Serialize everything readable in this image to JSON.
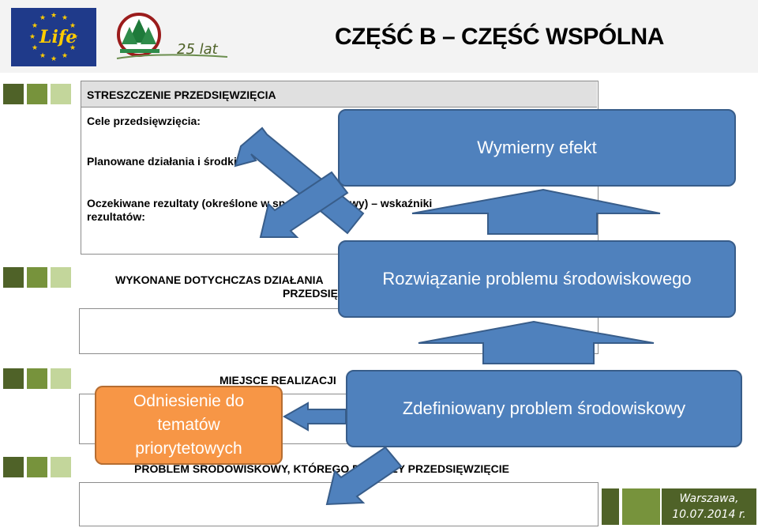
{
  "header": {
    "title_part1": "CZĘŚĆ B",
    "title_dash": " – ",
    "title_part2": "CZĘŚĆ WSPÓLNA",
    "logo_life_text": "Life",
    "logo_anniv_text": "25 lat"
  },
  "form": {
    "section1_title": "STRESZCZENIE PRZEDSIĘWZIĘCIA",
    "label_goals": "Cele przedsięwzięcia:",
    "label_actions": "Planowane działania i środki:",
    "label_results_line1": "Oczekiwane  rezultaty  (określone  w  sposób  ilościowy)  –  wskaźniki",
    "label_results_line2": "rezultatów:",
    "section2_title_line1": "WYKONANE DOTYCHCZAS DZIAŁANIA",
    "section2_title_line2": "PRZEDSIĘWZIĘCIA",
    "section3_title": "MIEJSCE REALIZACJI",
    "section4_title": "PROBLEM ŚRODOWISKOWY, KTÓREGO DOTYCZY PRZEDSIĘWZIĘCIE"
  },
  "callouts": {
    "measurable_effect": "Wymierny efekt",
    "solution": "Rozwiązanie problemu środowiskowego",
    "defined_problem": "Zdefiniowany problem środowiskowy",
    "priority_topics": "Odniesienie do tematów priorytetowych"
  },
  "footer": {
    "place": "Warszawa,",
    "date": "10.07.2014 r."
  },
  "colors": {
    "blue_fill": "#4f81bd",
    "blue_border": "#385d8a",
    "orange_fill": "#f79646",
    "green_dark": "#4f6228",
    "green_mid": "#77933c",
    "green_light": "#c3d69b",
    "title_text": "#000000",
    "eu_blue": "#1f3a8a",
    "eu_star": "#ffcc00"
  }
}
